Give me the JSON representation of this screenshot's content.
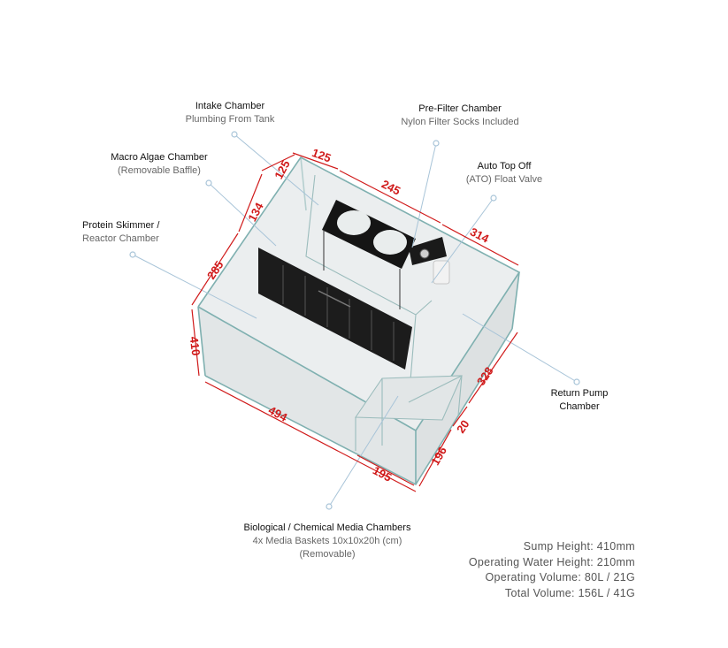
{
  "callouts": {
    "intake": {
      "title": "Intake Chamber",
      "sub": "Plumbing From Tank"
    },
    "prefilter": {
      "title": "Pre-Filter Chamber",
      "sub": "Nylon Filter Socks Included"
    },
    "macro": {
      "title": "Macro Algae Chamber",
      "sub": "(Removable Baffle)"
    },
    "ato": {
      "title": "Auto Top Off",
      "sub": "(ATO) Float Valve"
    },
    "skimmer": {
      "title": "Protein Skimmer /",
      "sub": "Reactor Chamber"
    },
    "return": {
      "title": "Return Pump",
      "sub": "Chamber"
    },
    "media": {
      "title": "Biological / Chemical Media Chambers",
      "sub": "4x Media Baskets 10x10x20h (cm)",
      "sub2": "(Removable)"
    }
  },
  "dimensions": {
    "d125a": "125",
    "d125b": "125",
    "d245": "245",
    "d314": "314",
    "d134": "134",
    "d285": "285",
    "d410": "410",
    "d494": "494",
    "d328": "328",
    "d20": "20",
    "d196": "196",
    "d195": "195"
  },
  "specs": [
    "Sump Height:  410mm",
    "Operating Water Height:  210mm",
    "Operating Volume:  80L / 21G",
    "Total Volume:  156L / 41G"
  ],
  "colors": {
    "dimension": "#d01a1a",
    "glass": "#7fb0b0",
    "leader": "#a8c4d8",
    "water": "#e6e9ea",
    "baffle": "#1a1a1a"
  }
}
